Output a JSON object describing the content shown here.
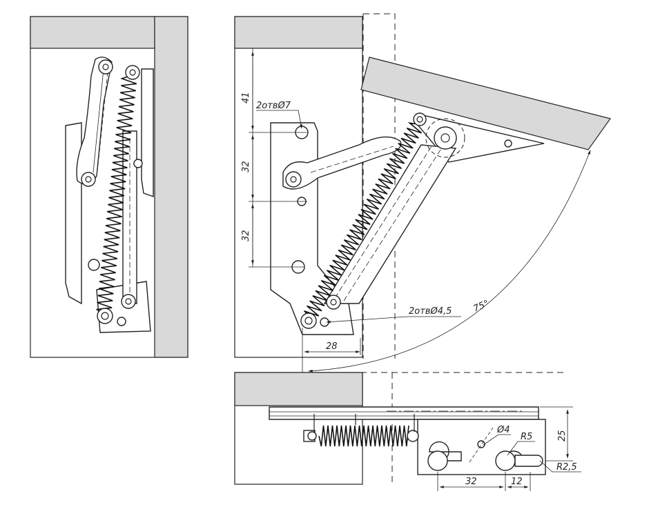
{
  "labels": {
    "dim_41": "41",
    "dim_32a": "32",
    "dim_32b": "32",
    "holes_7": "2отвØ7",
    "holes_45": "2отвØ4,5",
    "angle_75": "75°",
    "dim_28": "28",
    "dia_4": "Ø4",
    "radius_5": "R5",
    "radius_25": "R2,5",
    "dim_25": "25",
    "dim_32c": "32",
    "dim_12": "12"
  }
}
